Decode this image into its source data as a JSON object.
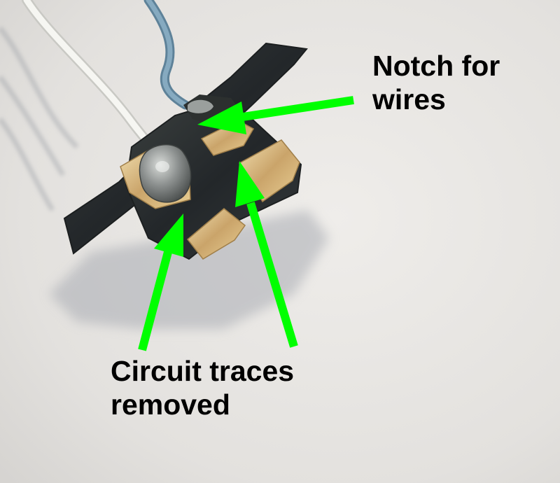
{
  "annotations": {
    "notch": {
      "line1": "Notch for",
      "line2": "wires"
    },
    "traces": {
      "line1": "Circuit traces",
      "line2": "removed"
    }
  },
  "colors": {
    "background": "#e9e7e4",
    "arrow": "#00ff00",
    "board": "#2a2d2c",
    "pad": "#d4b27a",
    "wire_blue": "#7da2b8",
    "wire_white": "#f2f2ee",
    "text": "#000000"
  }
}
